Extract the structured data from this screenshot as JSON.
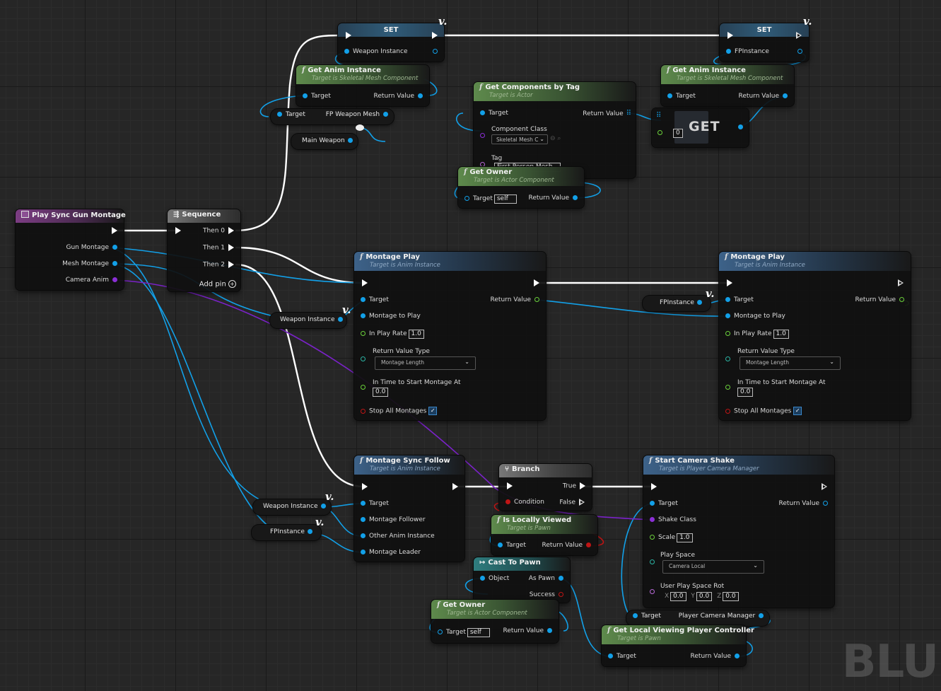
{
  "watermark": "BLU",
  "colors": {
    "exec": "#ffffff",
    "object": "#12a0e8",
    "float": "#6bd13b",
    "class": "#8b2fd6",
    "bool": "#c01515"
  },
  "event": {
    "title": "Play Sync Gun Montage",
    "pins": [
      "Gun Montage",
      "Mesh Montage",
      "Camera Anim"
    ]
  },
  "sequence": {
    "title": "Sequence",
    "outs": [
      "Then 0",
      "Then 1",
      "Then 2"
    ],
    "add_pin": "Add pin"
  },
  "set1": {
    "title": "SET",
    "pin": "Weapon Instance",
    "badge": "v."
  },
  "set2": {
    "title": "SET",
    "pin": "FPInstance",
    "badge": "v."
  },
  "get_anim1": {
    "title": "Get Anim Instance",
    "sub": "Target is Skeletal Mesh Component",
    "target": "Target",
    "ret": "Return Value"
  },
  "get_anim2": {
    "title": "Get Anim Instance",
    "sub": "Target is Skeletal Mesh Component",
    "target": "Target",
    "ret": "Return Value"
  },
  "fp_weapon_mesh": {
    "target": "Target",
    "out": "FP Weapon Mesh"
  },
  "main_weapon": {
    "label": "Main Weapon"
  },
  "get_comps": {
    "title": "Get Components by Tag",
    "sub": "Target is Actor",
    "target": "Target",
    "ret": "Return Value",
    "class_label": "Component Class",
    "class_value": "Skeletal Mesh C",
    "tag_label": "Tag",
    "tag_value": "First Person Mesh"
  },
  "get_node": {
    "label": "GET",
    "index": "0"
  },
  "get_owner1": {
    "title": "Get Owner",
    "sub": "Target is Actor Component",
    "target": "Target",
    "self": "self",
    "ret": "Return Value"
  },
  "montage_play1": {
    "title": "Montage Play",
    "sub": "Target is Anim Instance",
    "target": "Target",
    "ret": "Return Value",
    "montage": "Montage to Play",
    "rate_label": "In Play Rate",
    "rate": "1.0",
    "rvt_label": "Return Value Type",
    "rvt": "Montage Length",
    "time_label": "In Time to Start Montage At",
    "time": "0.0",
    "stop": "Stop All Montages"
  },
  "montage_play2": {
    "title": "Montage Play",
    "sub": "Target is Anim Instance",
    "target": "Target",
    "ret": "Return Value",
    "montage": "Montage to Play",
    "rate_label": "In Play Rate",
    "rate": "1.0",
    "rvt_label": "Return Value Type",
    "rvt": "Montage Length",
    "time_label": "In Time to Start Montage At",
    "time": "0.0",
    "stop": "Stop All Montages"
  },
  "var_weapon1": {
    "label": "Weapon Instance",
    "badge": "v."
  },
  "var_fp1": {
    "label": "FPInstance",
    "badge": "v."
  },
  "var_weapon2": {
    "label": "Weapon Instance",
    "badge": "v."
  },
  "var_fp2": {
    "label": "FPInstance",
    "badge": "v."
  },
  "sync_follow": {
    "title": "Montage Sync Follow",
    "sub": "Target is Anim Instance",
    "target": "Target",
    "follower": "Montage Follower",
    "other": "Other Anim Instance",
    "leader": "Montage Leader"
  },
  "branch": {
    "title": "Branch",
    "cond": "Condition",
    "t": "True",
    "f": "False"
  },
  "is_local": {
    "title": "Is Locally Viewed",
    "sub": "Target is Pawn",
    "target": "Target",
    "ret": "Return Value"
  },
  "cast": {
    "title": "Cast To Pawn",
    "object": "Object",
    "as": "As Pawn",
    "success": "Success"
  },
  "get_owner2": {
    "title": "Get Owner",
    "sub": "Target is Actor Component",
    "target": "Target",
    "self": "self",
    "ret": "Return Value"
  },
  "shake": {
    "title": "Start Camera Shake",
    "sub": "Target is Player Camera Manager",
    "target": "Target",
    "ret": "Return Value",
    "class": "Shake Class",
    "scale_label": "Scale",
    "scale": "1.0",
    "space_label": "Play Space",
    "space": "Camera Local",
    "rot_label": "User Play Space Rot",
    "x_label": "X",
    "x": "0.0",
    "y_label": "Y",
    "y": "0.0",
    "z_label": "Z",
    "z": "0.0"
  },
  "pcm": {
    "target": "Target",
    "out": "Player Camera Manager"
  },
  "glvpc": {
    "title": "Get Local Viewing Player Controller",
    "sub": "Target is Pawn",
    "target": "Target",
    "ret": "Return Value"
  }
}
